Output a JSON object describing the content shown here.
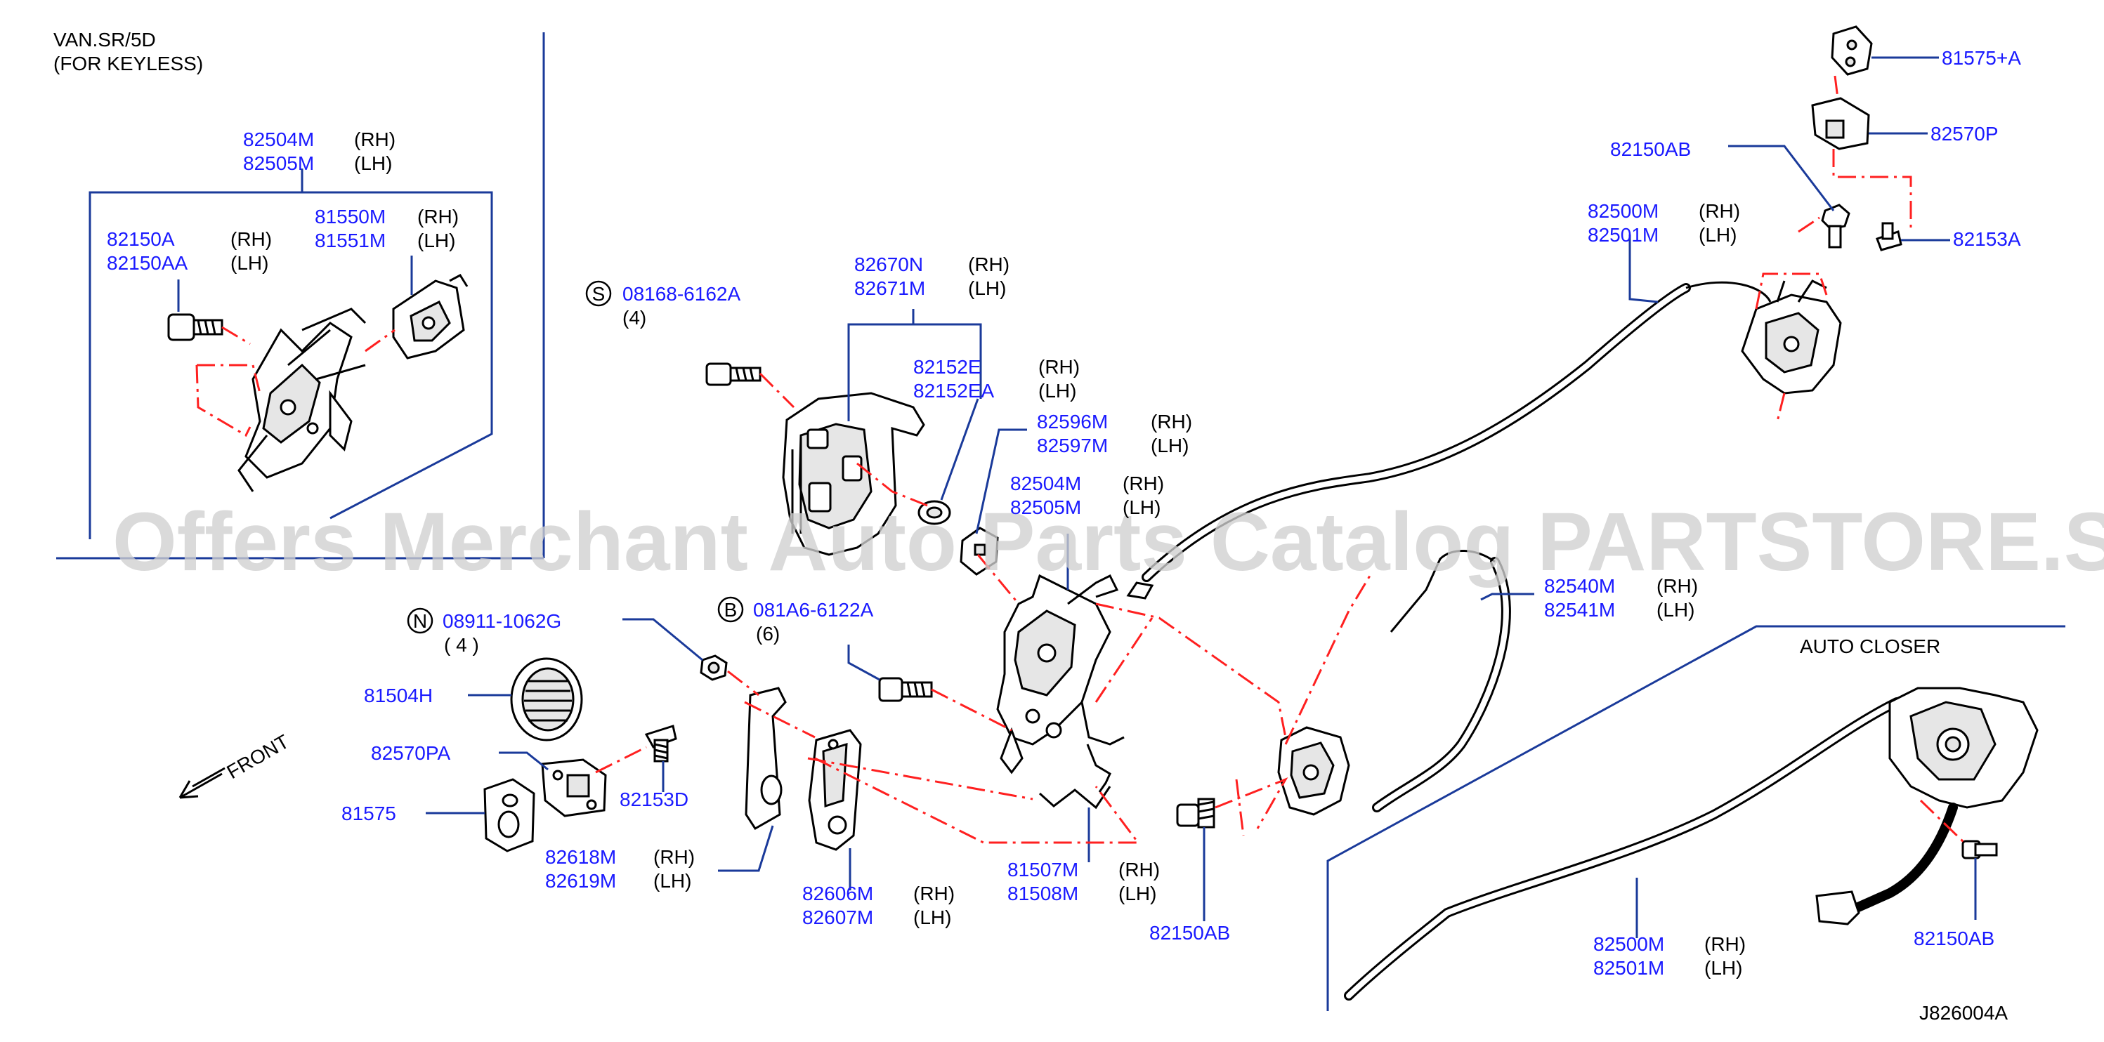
{
  "diagram": {
    "watermark": "Offers Merchant Auto Parts Catalog PARTSTORE.SA",
    "figure_code": "J826004A",
    "inset": {
      "line1": "VAN.SR/5D",
      "line2": "(FOR   KEYLESS)"
    },
    "auto_closer_label": "AUTO    CLOSER",
    "front_label": "FRONT",
    "callouts": [
      {
        "id": "c1",
        "parts": [
          "82504M",
          "82505M"
        ],
        "sides": [
          "(RH)",
          "(LH)"
        ]
      },
      {
        "id": "c2",
        "parts": [
          "81550M",
          "81551M"
        ],
        "sides": [
          "(RH)",
          "(LH)"
        ]
      },
      {
        "id": "c3",
        "parts": [
          "82150A",
          "82150AA"
        ],
        "sides": [
          "(RH)",
          "(LH)"
        ]
      },
      {
        "id": "c4",
        "parts": [
          "08168-6162A"
        ],
        "sides": [],
        "symbol": "S",
        "qty": "(4)"
      },
      {
        "id": "c5",
        "parts": [
          "82670N",
          "82671M"
        ],
        "sides": [
          "(RH)",
          "(LH)"
        ]
      },
      {
        "id": "c6",
        "parts": [
          "82152E",
          "82152EA"
        ],
        "sides": [
          "(RH)",
          "(LH)"
        ]
      },
      {
        "id": "c7",
        "parts": [
          "82596M",
          "82597M"
        ],
        "sides": [
          "(RH)",
          "(LH)"
        ]
      },
      {
        "id": "c8",
        "parts": [
          "82504M",
          "82505M"
        ],
        "sides": [
          "(RH)",
          "(LH)"
        ]
      },
      {
        "id": "c9",
        "parts": [
          "08911-1062G"
        ],
        "sides": [],
        "symbol": "N",
        "qty": "(  4  )"
      },
      {
        "id": "c10",
        "parts": [
          "081A6-6122A"
        ],
        "sides": [],
        "symbol": "B",
        "qty": "(6)"
      },
      {
        "id": "c11",
        "parts": [
          "81504H"
        ],
        "sides": []
      },
      {
        "id": "c12",
        "parts": [
          "82570PA"
        ],
        "sides": []
      },
      {
        "id": "c13",
        "parts": [
          "81575"
        ],
        "sides": []
      },
      {
        "id": "c14",
        "parts": [
          "82153D"
        ],
        "sides": []
      },
      {
        "id": "c15",
        "parts": [
          "82618M",
          "82619M"
        ],
        "sides": [
          "(RH)",
          "(LH)"
        ]
      },
      {
        "id": "c16",
        "parts": [
          "82606M",
          "82607M"
        ],
        "sides": [
          "(RH)",
          "(LH)"
        ]
      },
      {
        "id": "c17",
        "parts": [
          "81507M",
          "81508M"
        ],
        "sides": [
          "(RH)",
          "(LH)"
        ]
      },
      {
        "id": "c18",
        "parts": [
          "82150AB"
        ],
        "sides": []
      },
      {
        "id": "c19",
        "parts": [
          "82540M",
          "82541M"
        ],
        "sides": [
          "(RH)",
          "(LH)"
        ]
      },
      {
        "id": "c20",
        "parts": [
          "81575+A"
        ],
        "sides": []
      },
      {
        "id": "c21",
        "parts": [
          "82570P"
        ],
        "sides": []
      },
      {
        "id": "c22",
        "parts": [
          "82150AB"
        ],
        "sides": []
      },
      {
        "id": "c23",
        "parts": [
          "82153A"
        ],
        "sides": []
      },
      {
        "id": "c24",
        "parts": [
          "82500M",
          "82501M"
        ],
        "sides": [
          "(RH)",
          "(LH)"
        ]
      },
      {
        "id": "c25",
        "parts": [
          "82500M",
          "82501M"
        ],
        "sides": [
          "(RH)",
          "(LH)"
        ]
      },
      {
        "id": "c26",
        "parts": [
          "82150AB"
        ],
        "sides": []
      }
    ]
  }
}
